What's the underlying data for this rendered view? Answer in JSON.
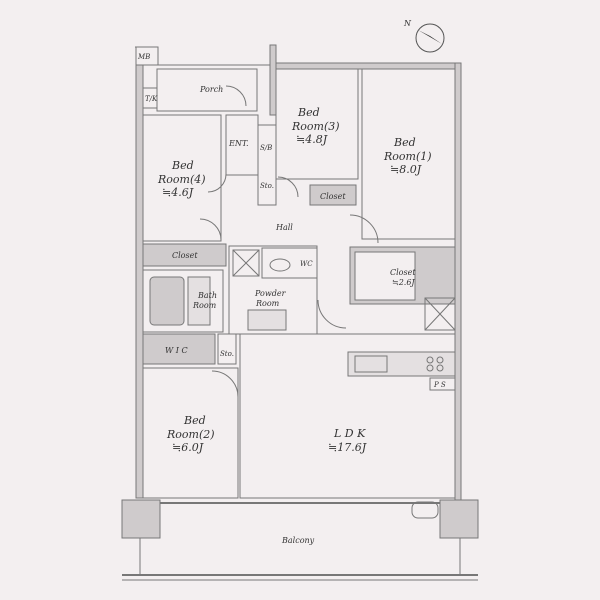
{
  "labels": {
    "mb": "MB",
    "tk": "T/K",
    "porch": "Porch",
    "ent": "ENT.",
    "sb1": "S/B",
    "sto1": "Sto.",
    "bed3_a": "Bed",
    "bed3_b": "Room(3)",
    "bed3_c": "≒4.8J",
    "bed1_a": "Bed",
    "bed1_b": "Room(1)",
    "bed1_c": "≒8.0J",
    "bed4_a": "Bed",
    "bed4_b": "Room(4)",
    "bed4_c": "≒4.6J",
    "closet_hall": "Closet",
    "hall": "Hall",
    "closet_left": "Closet",
    "wc": "WC",
    "closet_right_a": "Closet",
    "closet_right_b": "≒2.6J",
    "bath_a": "Bath",
    "bath_b": "Room",
    "powder_a": "Powder",
    "powder_b": "Room",
    "wic": "W I C",
    "sto2": "Sto.",
    "ps": "P S",
    "bed2_a": "Bed",
    "bed2_b": "Room(2)",
    "bed2_c": "≒6.0J",
    "ldk_a": "L D K",
    "ldk_b": "≒17.6J",
    "balcony": "Balcony",
    "north": "N"
  }
}
